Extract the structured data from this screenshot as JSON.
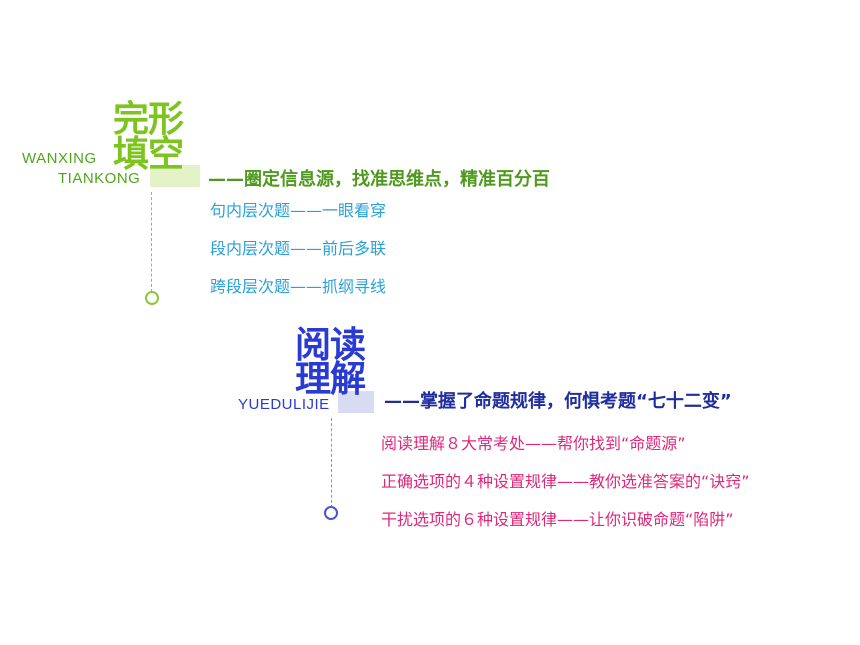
{
  "cloze": {
    "title_line1": "完形",
    "title_line2": "填空",
    "pinyin_line1": "WANXING",
    "pinyin_line2": "TIANKONG",
    "subtitle": "——圈定信息源，找准思维点，精准百分百",
    "items": [
      "句内层次题——一眼看穿",
      "段内层次题——前后多联",
      "跨段层次题——抓纲寻线"
    ],
    "colors": {
      "title": "#7dc41f",
      "subtitle": "#4f9a1e",
      "item": "#2aa1d9"
    }
  },
  "reading": {
    "title_line1": "阅读",
    "title_line2": "理解",
    "pinyin": "YUEDULIJIE",
    "subtitle": "——掌握了命题规律，何惧考题“七十二变”",
    "items": [
      "阅读理解８大常考处——帮你找到“命题源”",
      "正确选项的４种设置规律——教你选准答案的“诀窍”",
      "干扰选项的６种设置规律——让你识破命题“陷阱”"
    ],
    "colors": {
      "title": "#2a3bd4",
      "subtitle": "#1f2d9e",
      "item": "#e0287a"
    }
  }
}
